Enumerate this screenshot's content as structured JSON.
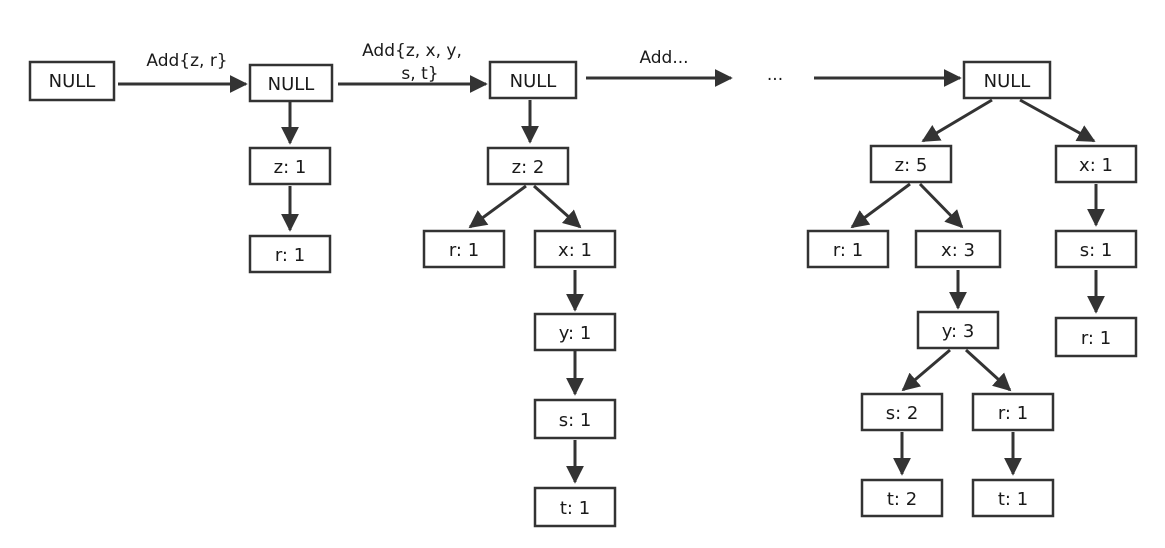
{
  "diagram": {
    "stage1": {
      "root": "NULL"
    },
    "step1_label": "Add{z, r}",
    "stage2": {
      "root": "NULL",
      "n1": "z: 1",
      "n2": "r: 1"
    },
    "step2_label_line1": "Add{z, x, y,",
    "step2_label_line2": "s, t}",
    "stage3": {
      "root": "NULL",
      "z": "z: 2",
      "r": "r: 1",
      "x": "x: 1",
      "y": "y: 1",
      "s": "s: 1",
      "t": "t: 1"
    },
    "step3_label": "Add...",
    "ellipsis": "...",
    "stage4": {
      "root": "NULL",
      "z": "z: 5",
      "x_right": "x: 1",
      "r": "r: 1",
      "x": "x: 3",
      "y": "y: 3",
      "s": "s: 2",
      "r2": "r: 1",
      "t": "t: 2",
      "t2": "t: 1",
      "s_right": "s: 1",
      "r_right": "r: 1"
    }
  }
}
